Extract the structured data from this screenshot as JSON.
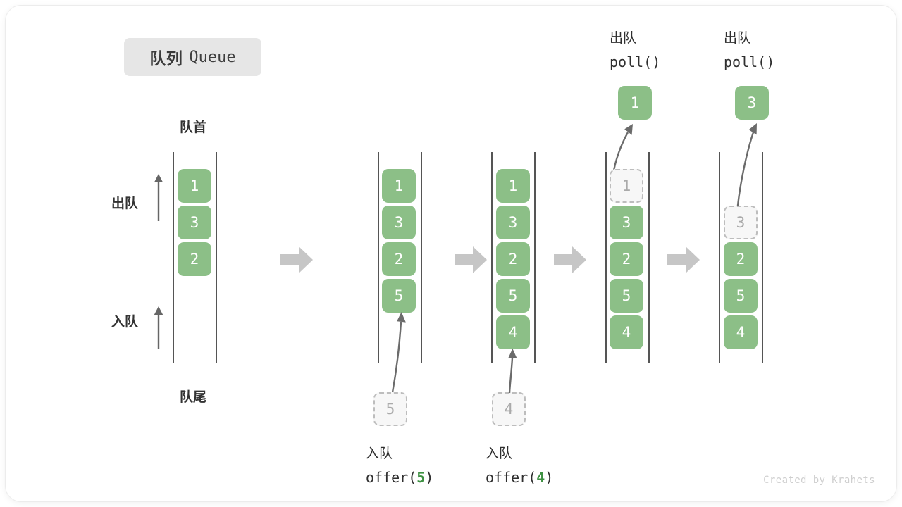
{
  "card": {
    "title": {
      "cn": "队列",
      "en": "Queue"
    },
    "credit": "Created by Krahets",
    "colors": {
      "cell_fill": "#8cbf87",
      "cell_text": "#ffffff",
      "ghost_fill": "#f7f7f7",
      "ghost_border": "#bdbdbd",
      "ghost_text": "#aaaaaa",
      "rail": "#555555",
      "arrow_gray": "#c6c6c6",
      "motion_arrow": "#6b6b6b",
      "label_text": "#333333",
      "accent_green": "#3e9142"
    }
  },
  "labels": {
    "front": "队首",
    "rear": "队尾",
    "dequeue": "出队",
    "enqueue": "入队"
  },
  "columns": [
    {
      "id": "initial",
      "cells": [
        "1",
        "3",
        "2"
      ],
      "ghost_index": null,
      "caption": null,
      "popped": null
    },
    {
      "id": "after-offer-5",
      "cells": [
        "1",
        "3",
        "2",
        "5"
      ],
      "ghost_index": null,
      "caption": {
        "cn": "入队",
        "fn_open": "offer(",
        "arg": "5",
        "fn_close": ")"
      },
      "incoming": "5",
      "popped": null
    },
    {
      "id": "after-offer-4",
      "cells": [
        "1",
        "3",
        "2",
        "5",
        "4"
      ],
      "ghost_index": null,
      "caption": {
        "cn": "入队",
        "fn_open": "offer(",
        "arg": "4",
        "fn_close": ")"
      },
      "incoming": "4",
      "popped": null
    },
    {
      "id": "after-poll-1",
      "cells": [
        "1",
        "3",
        "2",
        "5",
        "4"
      ],
      "ghost_index": 0,
      "header": {
        "cn": "出队",
        "fn": "poll()"
      },
      "popped": "1"
    },
    {
      "id": "after-poll-3",
      "cells": [
        "3",
        "2",
        "5",
        "4"
      ],
      "ghost_index": 0,
      "header": {
        "cn": "出队",
        "fn": "poll()"
      },
      "popped": "3"
    }
  ],
  "transitions": [
    {
      "name": "arrow-1"
    },
    {
      "name": "arrow-2"
    },
    {
      "name": "arrow-3"
    },
    {
      "name": "arrow-4"
    }
  ]
}
